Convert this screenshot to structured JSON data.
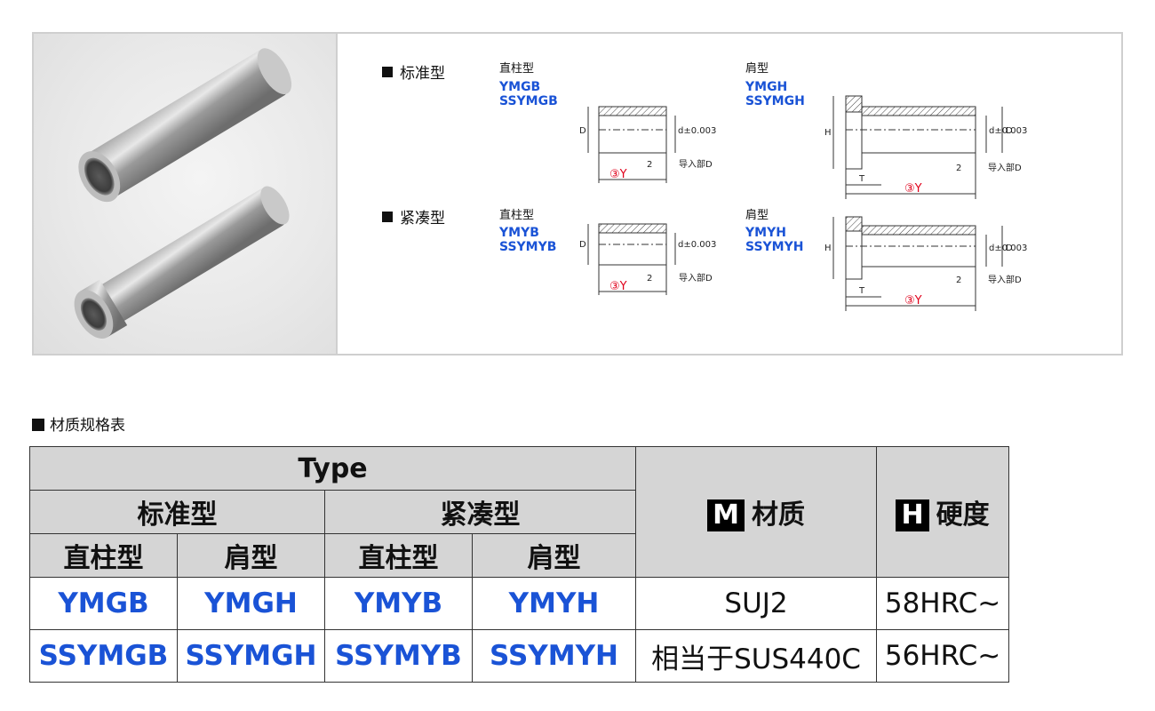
{
  "illustration": {
    "standard_label": "标准型",
    "compact_label": "紧凑型",
    "straight_label": "直柱型",
    "shoulder_label": "肩型",
    "codes": {
      "standard_straight": [
        "YMGB",
        "SSYMGB"
      ],
      "standard_shoulder": [
        "YMGH",
        "SSYMGH"
      ],
      "compact_straight": [
        "YMYB",
        "SSYMYB"
      ],
      "compact_shoulder": [
        "YMYH",
        "SSYMYH"
      ]
    },
    "dim_labels": {
      "D": "D",
      "H": "H",
      "T": "T",
      "d_tol": "d±0.003",
      "y_len": "③Y",
      "two": "2",
      "entry": "导入部D"
    }
  },
  "table_section_title": "材质规格表",
  "table": {
    "type_header": "Type",
    "standard": "标准型",
    "compact": "紧凑型",
    "straight": "直柱型",
    "shoulder": "肩型",
    "material_badge": "M",
    "material_label": "材质",
    "hardness_badge": "H",
    "hardness_label": "硬度",
    "rows": [
      {
        "codes": [
          "YMGB",
          "YMGH",
          "YMYB",
          "YMYH"
        ],
        "material": "SUJ2",
        "hardness": "58HRC~"
      },
      {
        "codes": [
          "SSYMGB",
          "SSYMGH",
          "SSYMYB",
          "SSYMYH"
        ],
        "material": "相当于SUS440C",
        "hardness": "56HRC~"
      }
    ]
  },
  "colors": {
    "code_blue": "#1a53d6",
    "header_gray": "#d5d5d5",
    "accent_red": "#e0001b"
  }
}
